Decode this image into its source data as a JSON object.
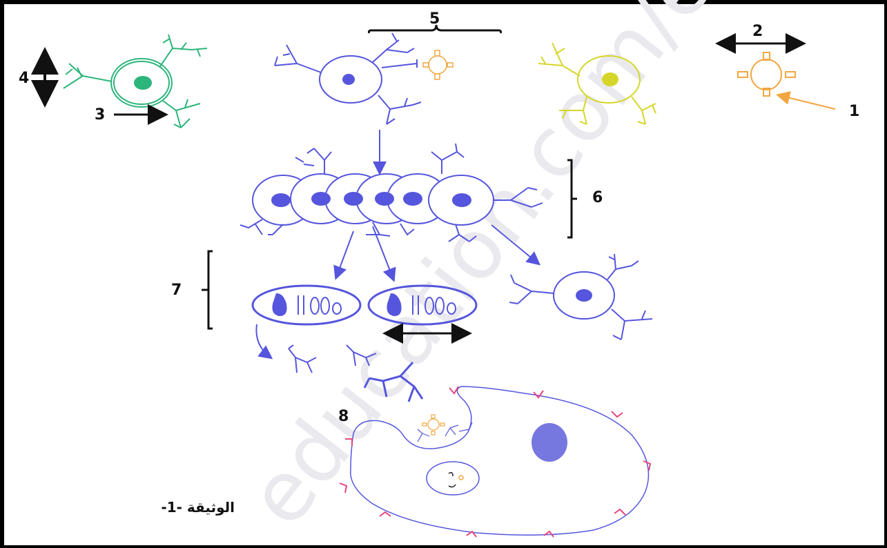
{
  "labels": {
    "l1": "1",
    "l2": "2",
    "l3": "3",
    "l4": "4",
    "l5": "5",
    "l6": "6",
    "l7": "7",
    "l8": "8"
  },
  "caption": "الوثيقة -1-",
  "watermark": "education.com/ex",
  "colors": {
    "green": "#2bb57a",
    "blue": "#5555dd",
    "yellow": "#d6d62a",
    "orange": "#f2a640",
    "pink": "#e8457a",
    "black": "#111111"
  }
}
